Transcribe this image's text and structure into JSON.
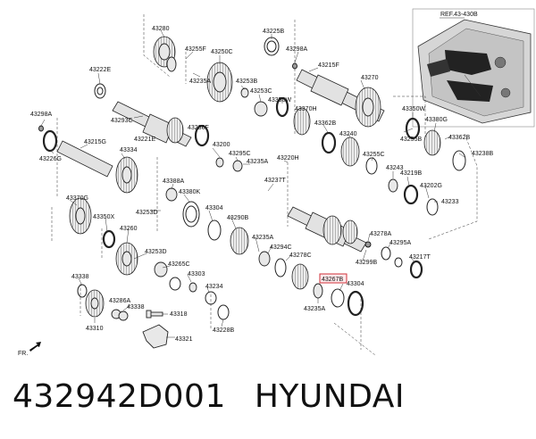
{
  "diagram": {
    "ref_label": "REF.43-430B",
    "front_label": "FR.",
    "highlighted_part": "43267B",
    "part_labels": [
      "43280",
      "43225B",
      "43255F",
      "43298A",
      "43250C",
      "43215F",
      "43222E",
      "43235A",
      "43253B",
      "43253C",
      "43270",
      "43298A",
      "43293C",
      "43350W",
      "43370H",
      "43221E",
      "43236F",
      "43362B",
      "43350W",
      "43380G",
      "43215G",
      "43200",
      "43226G",
      "43240",
      "43362B",
      "43334",
      "43295C",
      "43235A",
      "43255B",
      "43220H",
      "43255C",
      "43238B",
      "43243",
      "43219B",
      "43388A",
      "43237T",
      "43380K",
      "43202G",
      "43370G",
      "43304",
      "43253D",
      "43290B",
      "43233",
      "43350X",
      "43260",
      "43235A",
      "43278A",
      "43253D",
      "43294C",
      "43299B",
      "43295A",
      "43278C",
      "43217T",
      "43338",
      "43265C",
      "43303",
      "43267B",
      "43304",
      "43234",
      "43286A",
      "43338",
      "43235A",
      "43318",
      "43310",
      "43228B",
      "43321"
    ]
  },
  "caption": {
    "part_number": "432942D001",
    "brand": "HYUNDAI"
  }
}
